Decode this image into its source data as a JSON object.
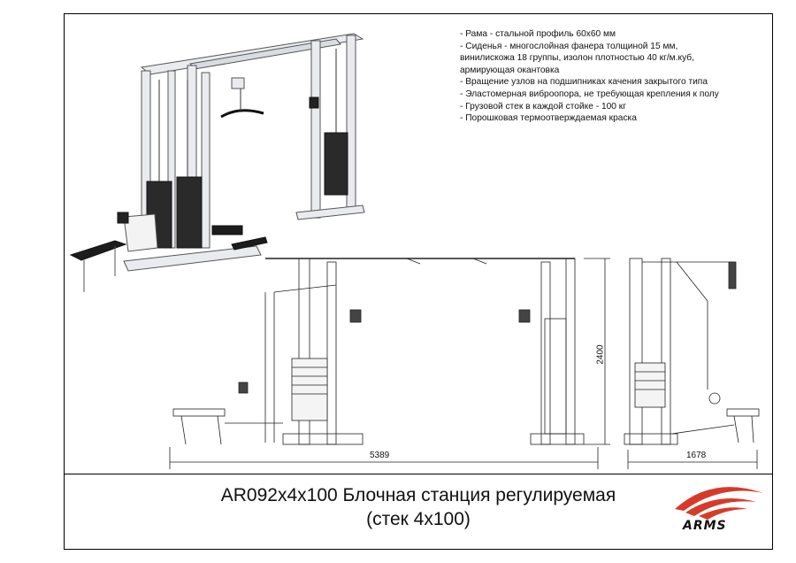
{
  "specs": [
    "- Рама - стальной профиль 60х60 мм",
    "- Сиденья - многослойная фанера толщиной 15 мм,",
    "винилискожа 18 группы, изолон плотностью 40 кг/м.куб,",
    "армирующая окантовка",
    "- Вращение узлов на подшипниках качения закрытого типа",
    "- Эластомерная виброопора, не требующая крепления к полу",
    "- Грузовой стек в каждой стойке - 100 кг",
    "- Порошковая термоотверждаемая краска"
  ],
  "title": {
    "line1": "AR092х4х100 Блочная станция регулируемая",
    "line2": "(стек 4х100)"
  },
  "dimensions": {
    "width": "5389",
    "height": "2400",
    "depth": "1678"
  },
  "logo": {
    "text": "ARMS",
    "accent_color": "#d63a2a"
  }
}
